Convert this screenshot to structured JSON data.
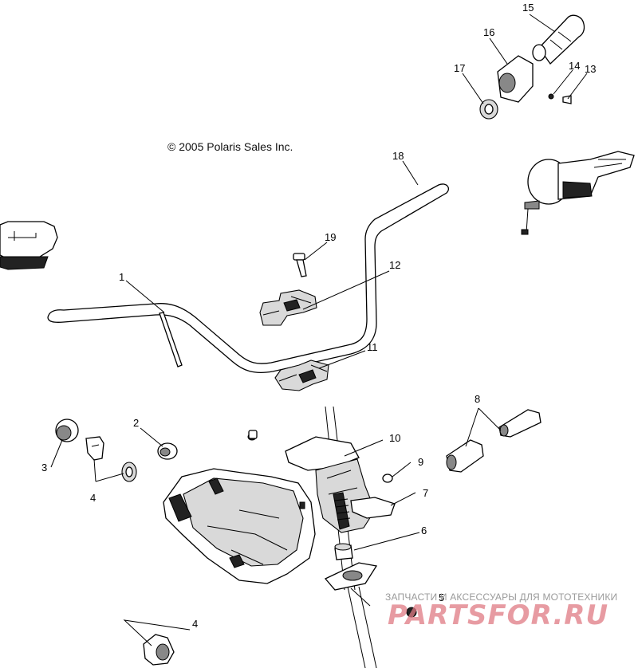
{
  "diagram": {
    "copyright": "© 2005 Polaris Sales Inc.",
    "watermark": {
      "tagline": "ЗАПЧАСТИ И АКСЕССУАРЫ ДЛЯ МОТОТЕХНИКИ",
      "logo": "PARTSFOR.RU"
    },
    "callouts": [
      "1",
      "2",
      "3",
      "4",
      "4",
      "5",
      "6",
      "7",
      "8",
      "9",
      "10",
      "11",
      "12",
      "13",
      "14",
      "15",
      "16",
      "17",
      "18",
      "19"
    ]
  }
}
